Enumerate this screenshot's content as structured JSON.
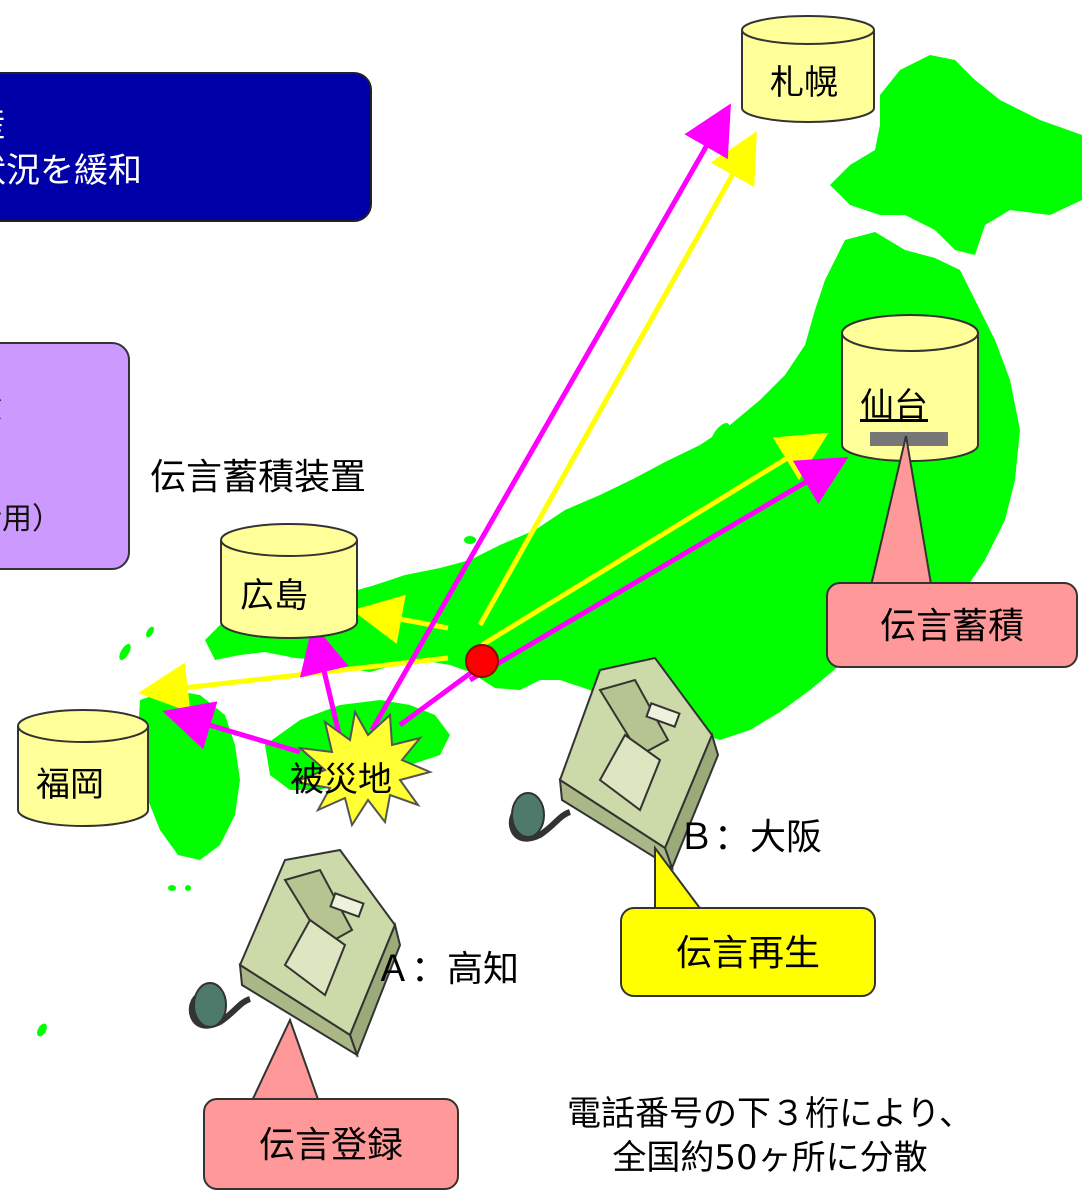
{
  "info_boxes": {
    "blue": {
      "lines": [
        "産",
        "状況を緩和"
      ],
      "color": "#0000a8"
    },
    "purple": {
      "lines": [
        "積",
        "",
        "活用）"
      ],
      "color": "#cc99ff"
    }
  },
  "labels": {
    "storage_device": "伝言蓄積装置",
    "disaster_area": "被災地",
    "phone_a": "Ａ：高知",
    "phone_b": "Ｂ：大阪"
  },
  "databases": [
    {
      "name": "札幌"
    },
    {
      "name": "仙台"
    },
    {
      "name": "広島"
    },
    {
      "name": "福岡"
    }
  ],
  "callouts": {
    "store": "伝言蓄積",
    "playback": "伝言再生",
    "register": "伝言登録"
  },
  "note": {
    "line1": "電話番号の下３桁により、",
    "line2": "全国約50ヶ所に分散"
  },
  "colors": {
    "land": "#00ff00",
    "database": "#ffff99",
    "arrow_store": "#ff00ff",
    "arrow_retrieve": "#ffff00",
    "callout_pink": "#ff9999",
    "callout_yellow": "#ffff00",
    "origin_dot": "#ff0000",
    "burst": "#ffff33",
    "phone": "#ccd9a8"
  }
}
